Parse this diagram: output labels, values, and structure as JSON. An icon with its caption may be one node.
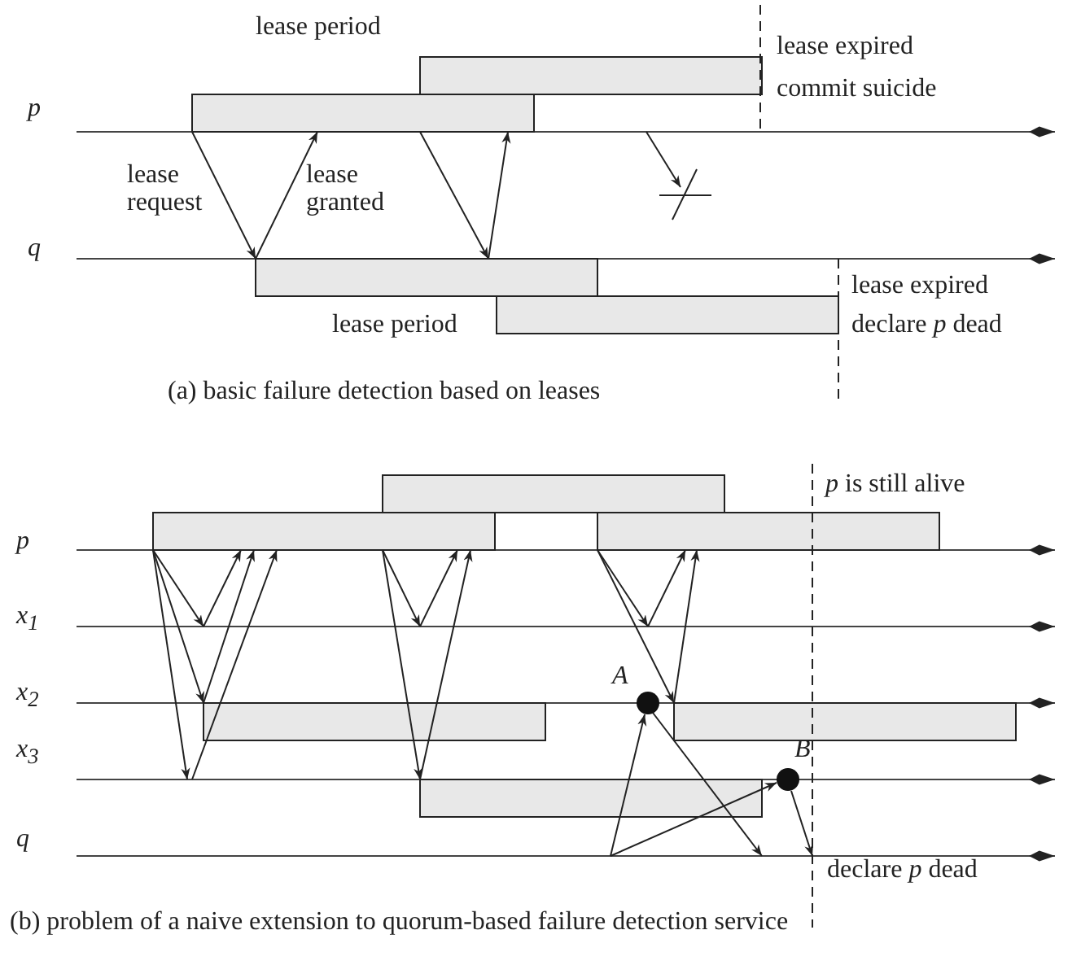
{
  "diagram": {
    "labels": [
      "lease period",
      "lease expired",
      "p",
      "commit suicide",
      "lease request",
      "lease granted",
      "q",
      "lease expired",
      "lease period",
      "declare *p* dead",
      "(a) basic failure detection based on leases",
      "*p* is still alive",
      "p",
      "*x*$_{1}$",
      "A",
      "*x*$_{2}$",
      "*x*$_{3}$",
      "B",
      "q",
      "declare *p* dead",
      "(b) problem of a naive extension to quorum-based failure detection service"
    ]
  }
}
